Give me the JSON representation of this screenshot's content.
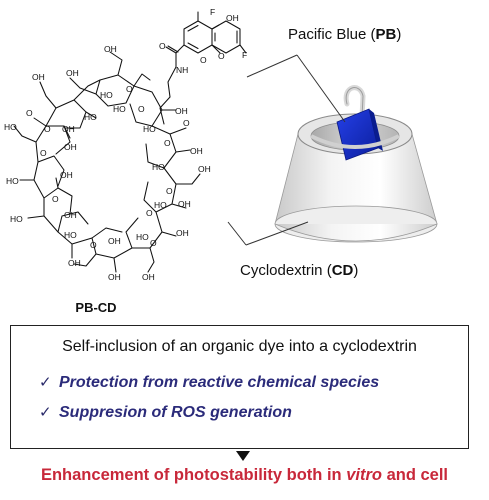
{
  "molecule": {
    "name": "PB-CD",
    "atoms": {
      "F": "F",
      "OH": "OH",
      "HO": "HO",
      "O": "O",
      "N": "N",
      "H": "H",
      "NH": "NH"
    }
  },
  "cartoon": {
    "pb_label_prefix": "Pacific Blue (",
    "pb_label_bold": "PB",
    "pb_label_suffix": ")",
    "cd_label_prefix": "Cyclodextrin (",
    "cd_label_bold": "CD",
    "cd_label_suffix": ")",
    "dye_color": "#1a2fc9"
  },
  "summary": {
    "title": "Self-inclusion of an organic dye into a cyclodextrin",
    "check_symbol": "✓",
    "bullets": [
      "Protection from reactive chemical species",
      "Suppresion of ROS generation"
    ]
  },
  "footer": {
    "part1": "Enhancement of photostability both in ",
    "italic": "vitro",
    "part2": " and cell",
    "color": "#c8283a"
  }
}
